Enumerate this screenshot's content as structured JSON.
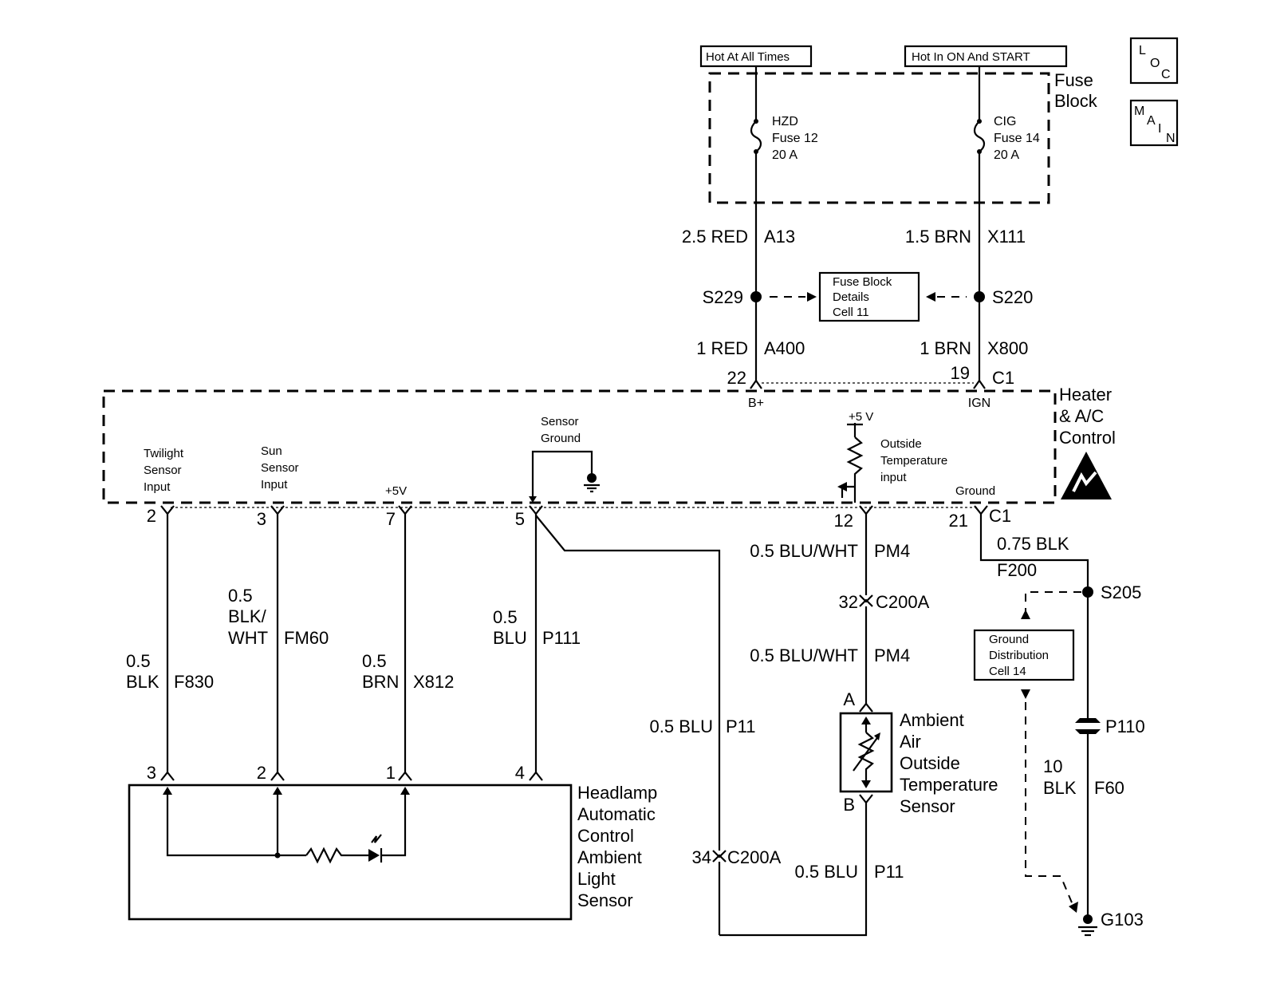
{
  "power_labels": {
    "hot_at_all_times": "Hot At All Times",
    "hot_in_on_start": "Hot In ON And START"
  },
  "fuse_block": {
    "title_line1": "Fuse",
    "title_line2": "Block"
  },
  "fuses": {
    "hzd": {
      "name": "HZD",
      "fuse": "Fuse 12",
      "rating": "20 A"
    },
    "cig": {
      "name": "CIG",
      "fuse": "Fuse 14",
      "rating": "20 A"
    }
  },
  "nav_icons": {
    "loc": [
      "L",
      "O",
      "C"
    ],
    "main": [
      "M",
      "A",
      "I",
      "N"
    ]
  },
  "wires": {
    "w_a13": {
      "size_color": "2.5 RED",
      "circuit": "A13"
    },
    "w_x111": {
      "size_color": "1.5 BRN",
      "circuit": "X111"
    },
    "w_a400": {
      "size_color": "1 RED",
      "circuit": "A400"
    },
    "w_x800": {
      "size_color": "1 BRN",
      "circuit": "X800"
    },
    "w_f830": {
      "size": "0.5",
      "color": "BLK",
      "circuit": "F830"
    },
    "w_fm60": {
      "size": "0.5",
      "color1": "BLK/",
      "color2": "WHT",
      "circuit": "FM60"
    },
    "w_x812": {
      "size": "0.5",
      "color": "BRN",
      "circuit": "X812"
    },
    "w_p111": {
      "size": "0.5",
      "color": "BLU",
      "circuit": "P111"
    },
    "w_p11_left": {
      "size_color": "0.5 BLU",
      "circuit": "P11"
    },
    "w_pm4_upper": {
      "size_color": "0.5 BLU/WHT",
      "circuit": "PM4"
    },
    "w_pm4_lower": {
      "size_color": "0.5 BLU/WHT",
      "circuit": "PM4"
    },
    "w_p11_bottom": {
      "size_color": "0.5 BLU",
      "circuit": "P11"
    },
    "w_f200": {
      "size_color": "0.75 BLK",
      "circuit": "F200"
    },
    "w_f60": {
      "size": "10",
      "color": "BLK",
      "circuit": "F60"
    }
  },
  "splices": {
    "s229": "S229",
    "s220": "S220",
    "s205": "S205"
  },
  "ref_boxes": {
    "fuse_details": [
      "Fuse Block",
      "Details",
      "Cell 11"
    ],
    "ground_dist": [
      "Ground",
      "Distribution",
      "Cell 14"
    ]
  },
  "hvac_control": {
    "title": [
      "Heater",
      "& A/C",
      "Control"
    ],
    "b_plus": "B+",
    "ign": "IGN",
    "c1_top": "C1",
    "c1_bottom": "C1",
    "pin_22": "22",
    "pin_19": "19",
    "twilight_input": [
      "Twilight",
      "Sensor",
      "Input"
    ],
    "sun_input": [
      "Sun",
      "Sensor",
      "Input"
    ],
    "plus5v_left": "+5V",
    "sensor_ground": [
      "Sensor",
      "Ground"
    ],
    "plus5v_right": "+5 V",
    "outside_temp_input": [
      "Outside",
      "Temperature",
      "input"
    ],
    "ground_label": "Ground",
    "pins": {
      "p2": "2",
      "p3": "3",
      "p7": "7",
      "p5": "5",
      "p12": "12",
      "p21": "21"
    }
  },
  "connectors": {
    "c200a_upper_pin": "32",
    "c200a_upper": "C200A",
    "c200a_lower_pin": "34",
    "c200a_lower": "C200A"
  },
  "headlamp_sensor": {
    "title": [
      "Headlamp",
      "Automatic",
      "Control",
      "Ambient",
      "Light",
      "Sensor"
    ],
    "pins": {
      "p3": "3",
      "p2": "2",
      "p1": "1",
      "p4": "4"
    }
  },
  "ambient_sensor": {
    "title": [
      "Ambient",
      "Air",
      "Outside",
      "Temperature",
      "Sensor"
    ],
    "pin_a": "A",
    "pin_b": "B"
  },
  "ground": {
    "p110": "P110",
    "g103": "G103"
  }
}
